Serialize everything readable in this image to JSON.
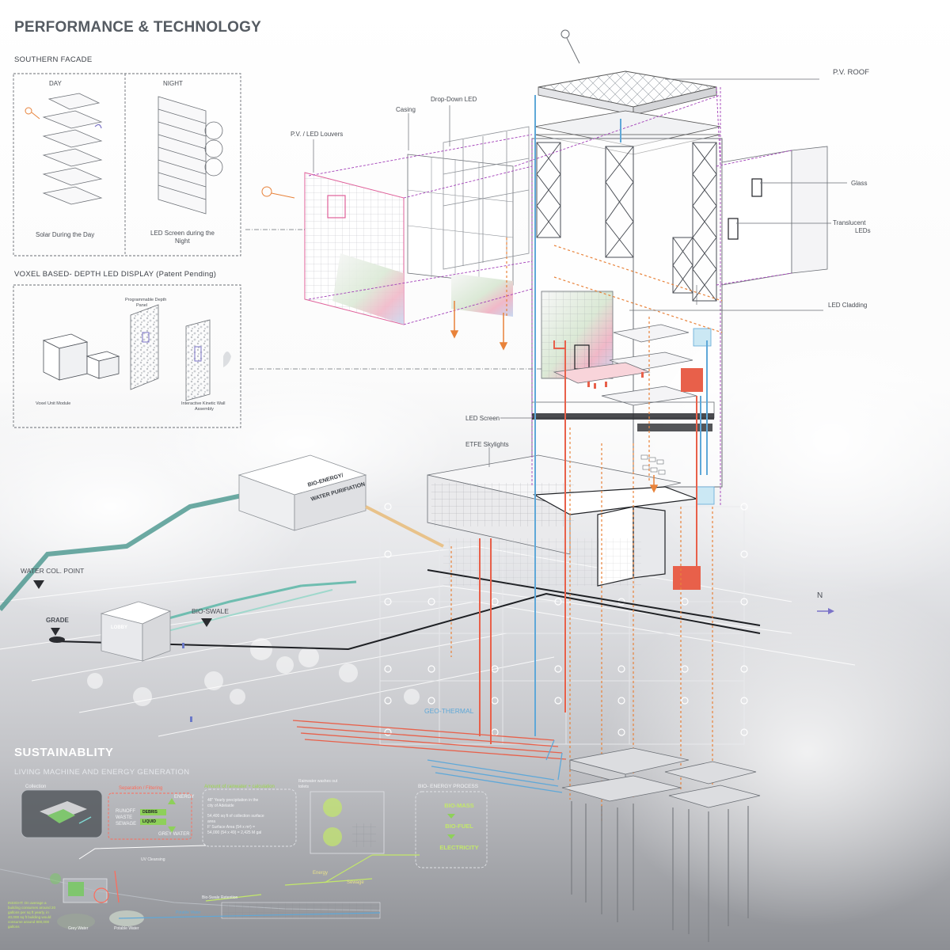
{
  "header": {
    "title": "PERFORMANCE & TECHNOLOGY"
  },
  "southern_facade": {
    "title": "SOUTHERN FACADE",
    "day_label": "DAY",
    "night_label": "NIGHT",
    "day_caption": "Solar During the Day",
    "night_caption_line1": "LED Screen during the",
    "night_caption_line2": "Night"
  },
  "voxel_display": {
    "title": "VOXEL BASED- DEPTH LED DISPLAY (Patent Pending)",
    "panel_line1": "Programmable Depth",
    "panel_line2": "Panel",
    "unit_label": "Voxel Unit Module",
    "wall_line1": "Interactive Kinetic Wall",
    "wall_line2": "Assembly"
  },
  "tower_labels": {
    "pv_roof": "P.V. ROOF",
    "casing": "Casing",
    "drop_down_led": "Drop-Down LED",
    "pv_led_louvers": "P.V. / LED Louvers",
    "glass": "Glass",
    "translucent_line1": "Translucent",
    "translucent_line2": "LEDs",
    "led_cladding": "LED Cladding",
    "led_screen": "LED Screen",
    "etfe_skylights": "ETFE Skylights",
    "bio_energy_line1": "BIO-ENERGY/",
    "bio_energy_line2": "WATER PURIFIATION",
    "water_col_point": "WATER COL. POINT",
    "grade": "GRADE",
    "bio_swale": "BIO-SWALE",
    "lobby": "LOBBY",
    "north": "N",
    "geothermal": "GEO-THERMAL"
  },
  "sustainability": {
    "title": "SUSTAINABLITY",
    "subtitle": "LIVING MACHINE AND ENERGY GENERATION",
    "collection": "Collection",
    "separation": "Separation / Filtering",
    "runoff": "RUNOFF",
    "waste": "WASTE",
    "sewage_upper": "SEWAGE",
    "debris": "DEBRIS",
    "liquid": "LIQUID",
    "energy_upper": "ENERGY",
    "grey_water_upper": "GREY WATER",
    "rainwater_title": "Amount of rainwater + calculation",
    "rain_line1": "48\" Yearly precipitation in the",
    "rain_line2": "city of Adelaide",
    "rain_line3": "54,400 sq ft of collection surface",
    "rain_line4": "area",
    "rain_line5": "F' Surface Area (54 x m²) =",
    "rain_line6": "54,000 (54 x 49) = 2,425 M gal",
    "toilets_line1": "Rainwater washes out",
    "toilets_line2": "toilets",
    "bio_energy_process": "BIO- ENERGY PROCESS",
    "bio_mass": "BIO-MASS",
    "bio_fuel": "BIO-FUEL",
    "electricity": "ELECTRICITY",
    "uv_cleansing": "UV Cleansing",
    "energy": "Energy",
    "sewage": "Sewage",
    "bio_swale_retention": "Bio-Swale Retention",
    "potable_water_line": "Potable Water",
    "grey_water": "Grey Water",
    "potable_water": "Potable Water",
    "insight_line1": "INSIGHT: On average a",
    "insight_line2": "building consumes around 20",
    "insight_line3": "gallons per sq ft yearly, in",
    "insight_line4": "40,000 sq ft building would",
    "insight_line5": "consume around 800,000",
    "insight_line6": "gallons"
  },
  "colors": {
    "title_gray": "#555b62",
    "purple_dashed": "#a23fb8",
    "orange_dashed": "#e8823a",
    "blue_pipe": "#5fa8d8",
    "red_pipe": "#e8604a",
    "teal_swale": "#3c8f86",
    "green_text": "#9bd84a",
    "north_arrow": "#7b73c8"
  }
}
